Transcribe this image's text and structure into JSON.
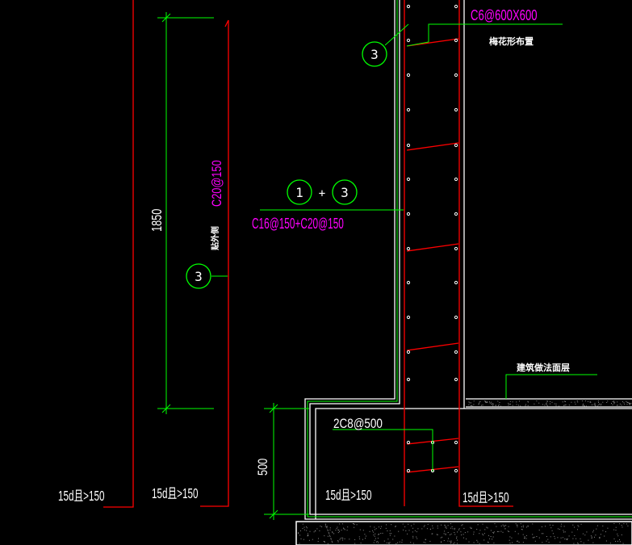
{
  "colors": {
    "background": "#000000",
    "white": "#ffffff",
    "green": "#00ff00",
    "red": "#ff0000",
    "magenta": "#ff00ff"
  },
  "labels": {
    "c6_tie": "C6@600X600",
    "tie_note": "梅花形布置",
    "vert_bar_spec": "C20@150",
    "vert_bar_note": "贴外侧",
    "dim_1850": "1850",
    "combined_spec": "C16@150+C20@150",
    "plus": "+",
    "finish_layer": "建筑做法面层",
    "stirrup": "2C8@500",
    "dim_500": "500",
    "anchor_1": "15d且>150",
    "anchor_2": "15d且>150",
    "anchor_3": "15d且>150",
    "anchor_4": "15d且>150"
  },
  "callouts": {
    "top_circle": "3",
    "mid_circle_1": "1",
    "mid_circle_2": "3",
    "left_circle": "3"
  }
}
